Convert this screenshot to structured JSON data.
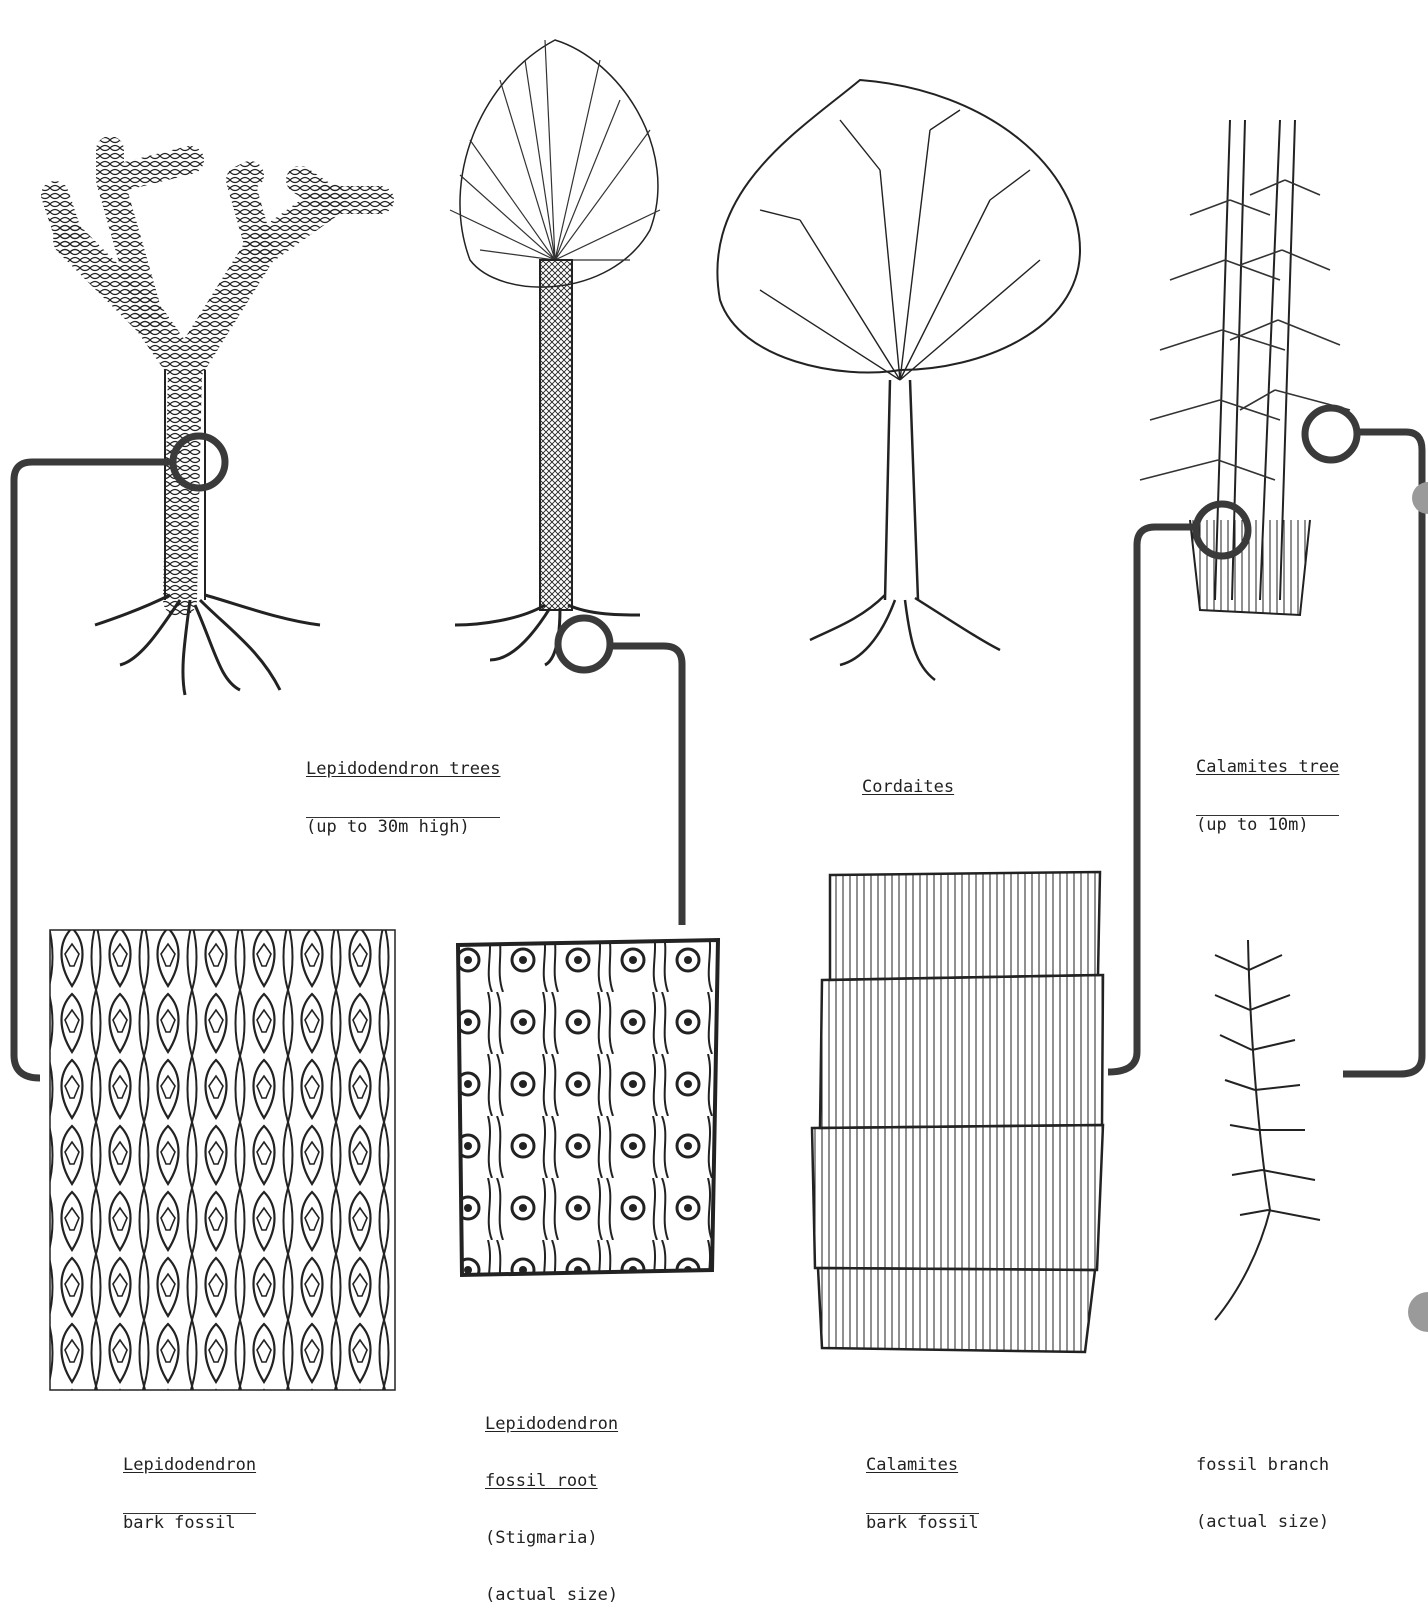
{
  "colors": {
    "ink": "#222222",
    "connector": "#3a3a3a",
    "background": "#ffffff",
    "edge_dot": "#9a9a9a"
  },
  "labels": {
    "lepidodendron_trees": {
      "line1": "Lepidodendron trees",
      "line2": "(up to 30m high)"
    },
    "cordaites": {
      "line1": "Cordaites"
    },
    "calamites_tree": {
      "line1": "Calamites tree",
      "line2": "(up to 10m)"
    },
    "lepidodendron_bark": {
      "line1": "Lepidodendron",
      "line2": "bark fossil"
    },
    "lepidodendron_root": {
      "line1": "Lepidodendron",
      "line2": "fossil root",
      "line3": "(Stigmaria)",
      "line4": "(actual size)"
    },
    "calamites_bark": {
      "line1": "Calamites",
      "line2": "bark fossil"
    },
    "fossil_branch": {
      "line1": "fossil branch",
      "line2": "(actual size)"
    }
  }
}
